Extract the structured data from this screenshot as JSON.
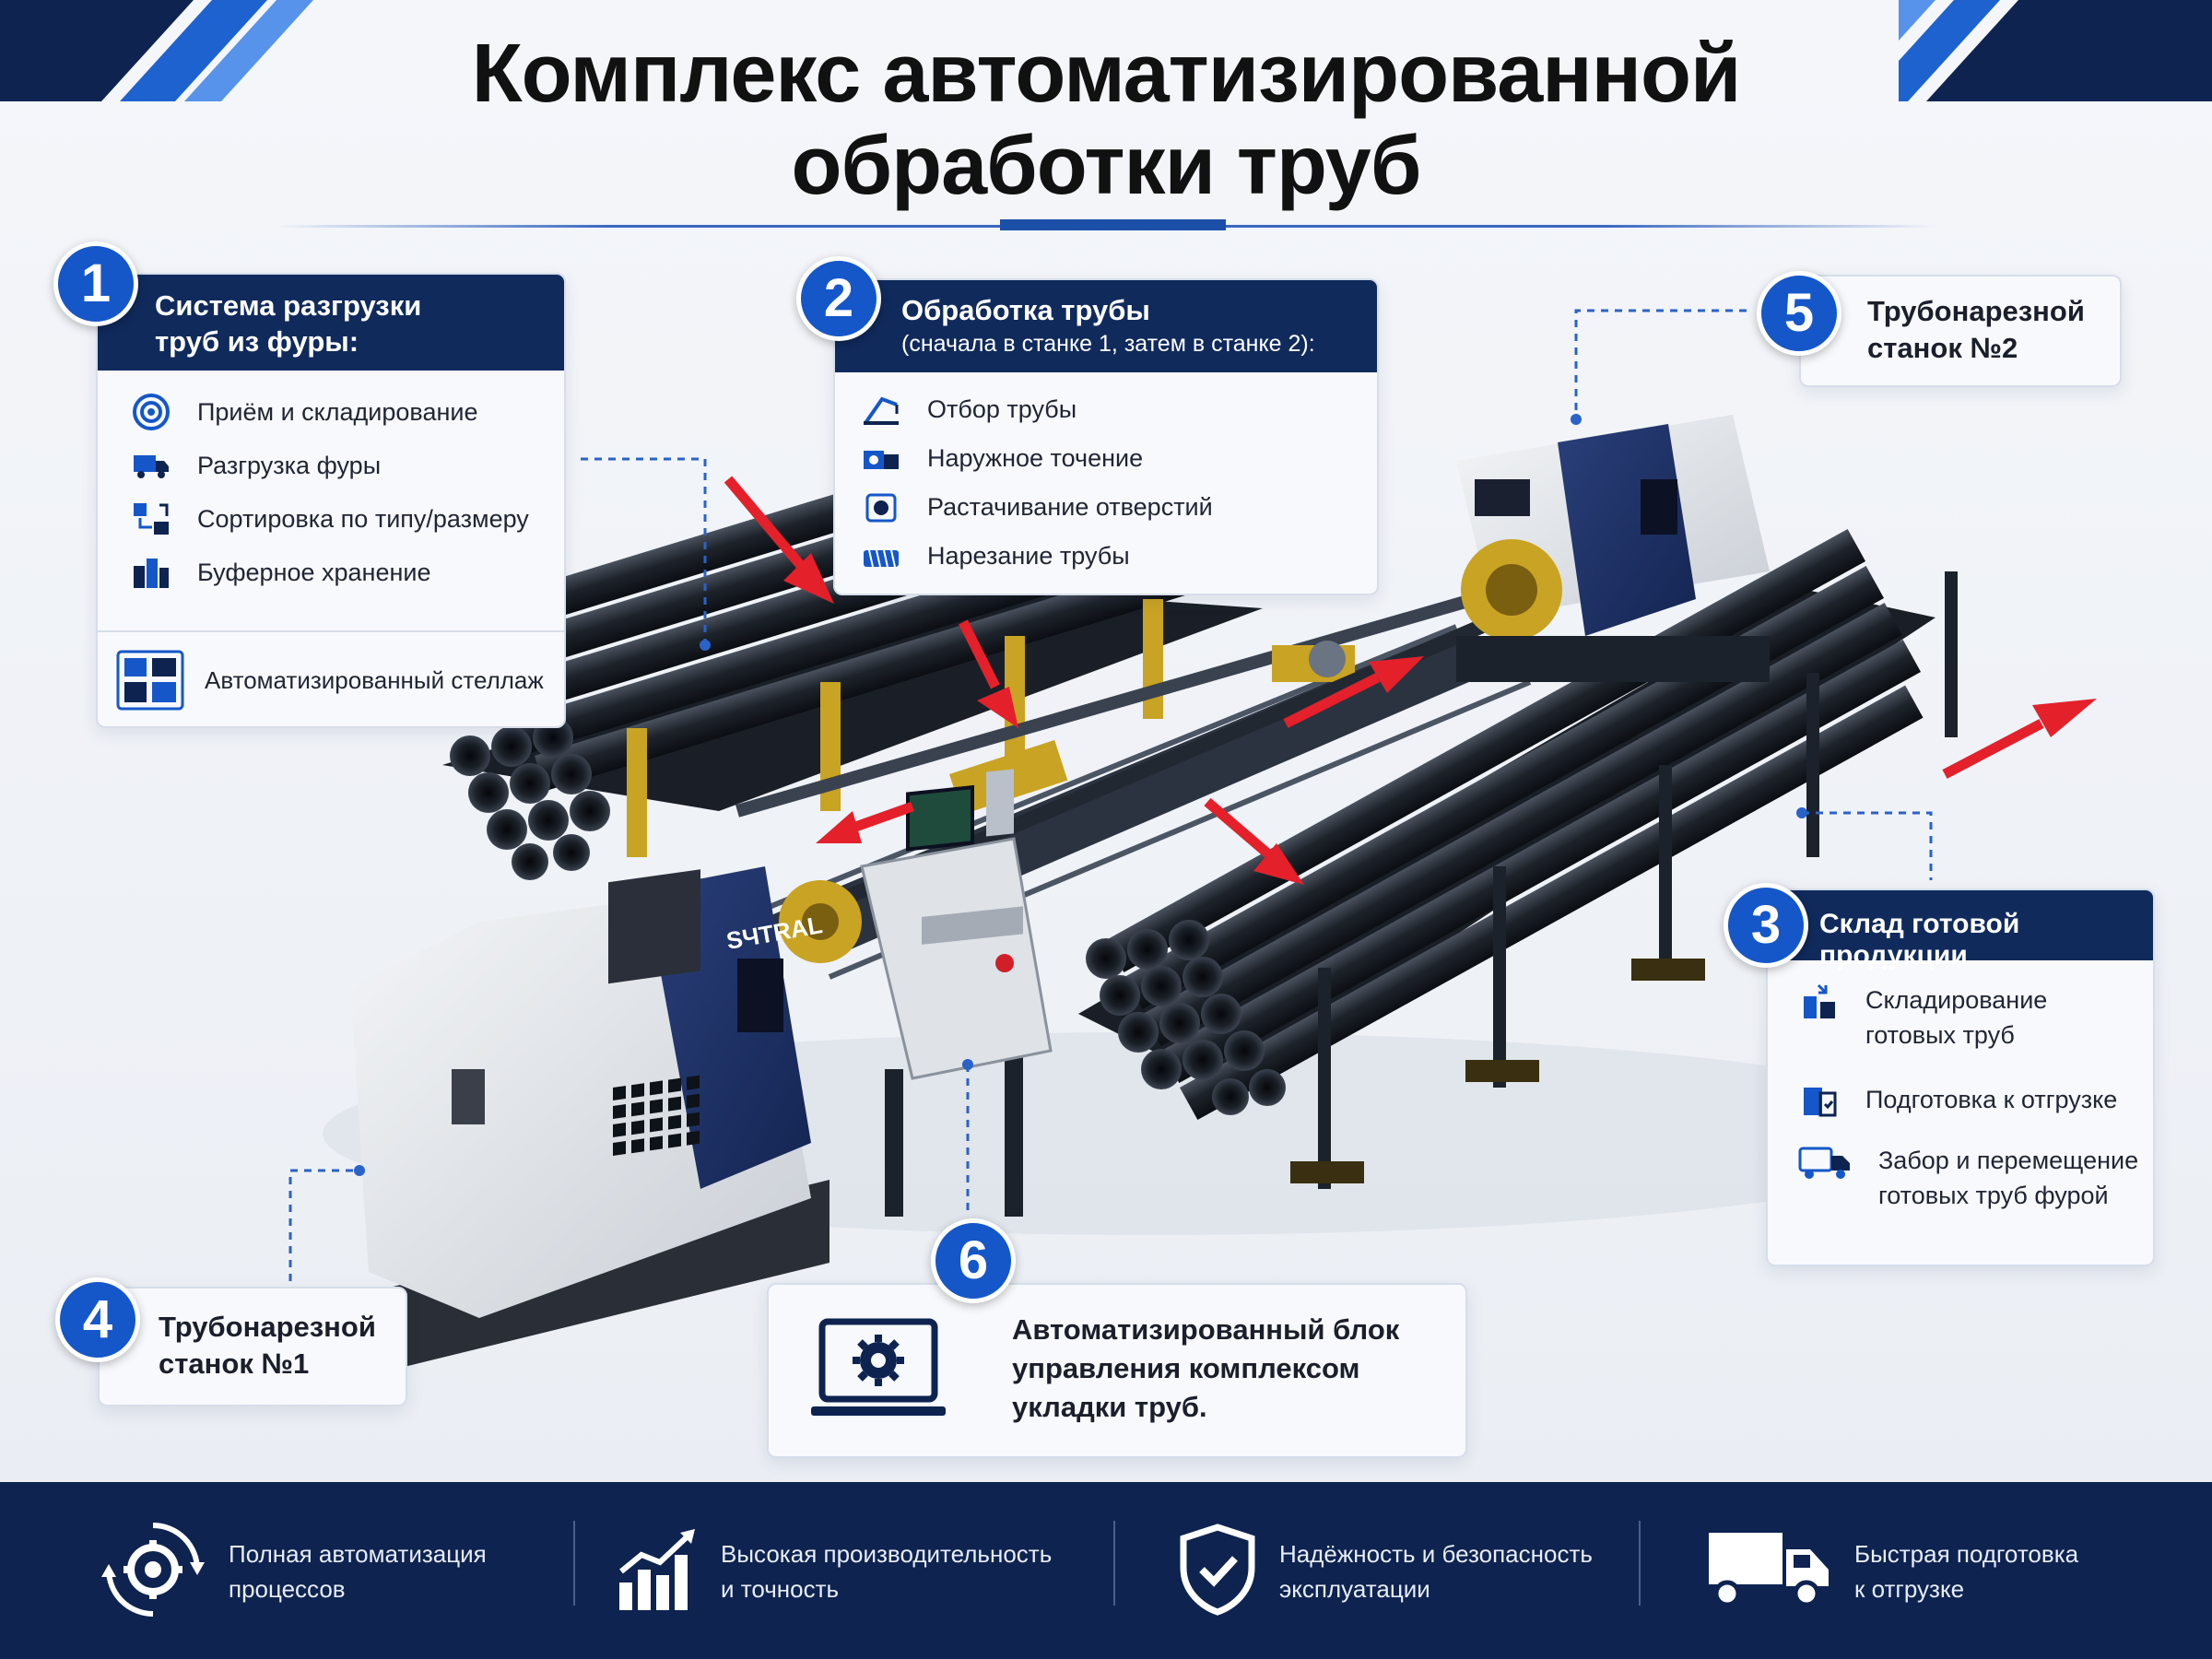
{
  "title": {
    "line1": "Комплекс автоматизированной",
    "line2": "обработки труб"
  },
  "section1": {
    "number": "1",
    "title_line1": "Система разгрузки",
    "title_line2": "труб из фуры:",
    "items": [
      {
        "icon": "target-icon",
        "label": "Приём и складирование"
      },
      {
        "icon": "truck-icon",
        "label": "Разгрузка фуры"
      },
      {
        "icon": "sort-icon",
        "label": "Сортировка по типу/размеру"
      },
      {
        "icon": "storage-icon",
        "label": "Буферное хранение"
      }
    ],
    "footer": {
      "icon": "rack-icon",
      "label": "Автоматизированный стеллаж"
    }
  },
  "section2": {
    "number": "2",
    "title": "Обработка трубы",
    "subtitle": "(сначала в станке 1, затем в станке 2):",
    "items": [
      {
        "icon": "crane-icon",
        "label": "Отбор трубы"
      },
      {
        "icon": "lathe-icon",
        "label": "Наружное точение"
      },
      {
        "icon": "boring-icon",
        "label": "Растачивание отверстий"
      },
      {
        "icon": "thread-icon",
        "label": "Нарезание трубы"
      }
    ]
  },
  "section3": {
    "number": "3",
    "title": "Склад готовой продукции",
    "items": [
      {
        "icon": "warehouse-icon",
        "line1": "Складирование",
        "line2": "готовых труб"
      },
      {
        "icon": "clipboard-icon",
        "line1": "Подготовка к отгрузке",
        "line2": ""
      },
      {
        "icon": "delivery-truck-icon",
        "line1": "Забор и перемещение",
        "line2": "готовых труб фурой"
      }
    ]
  },
  "section4": {
    "number": "4",
    "line1": "Трубонарезной",
    "line2": "станок №1"
  },
  "section5": {
    "number": "5",
    "line1": "Трубонарезной",
    "line2": "станок №2"
  },
  "section6": {
    "number": "6",
    "line1": "Автоматизированный блок",
    "line2": "управления комплексом",
    "line3": "укладки труб."
  },
  "machine1_brand": "SЧTRAL",
  "footer": [
    {
      "icon": "gear-cycle-icon",
      "line1": "Полная автоматизация",
      "line2": "процессов"
    },
    {
      "icon": "growth-chart-icon",
      "line1": "Высокая производительность",
      "line2": "и точность"
    },
    {
      "icon": "shield-check-icon",
      "line1": "Надёжность и безопасность",
      "line2": "эксплуатации"
    },
    {
      "icon": "truck-icon",
      "line1": "Быстрая подготовка",
      "line2": "к отгрузке"
    }
  ],
  "colors": {
    "navy": "#102a5c",
    "badge_blue": "#1557c9",
    "arrow_red": "#e4202a",
    "footer_bg": "#0e2350",
    "machine_yellow": "#c9a323"
  }
}
